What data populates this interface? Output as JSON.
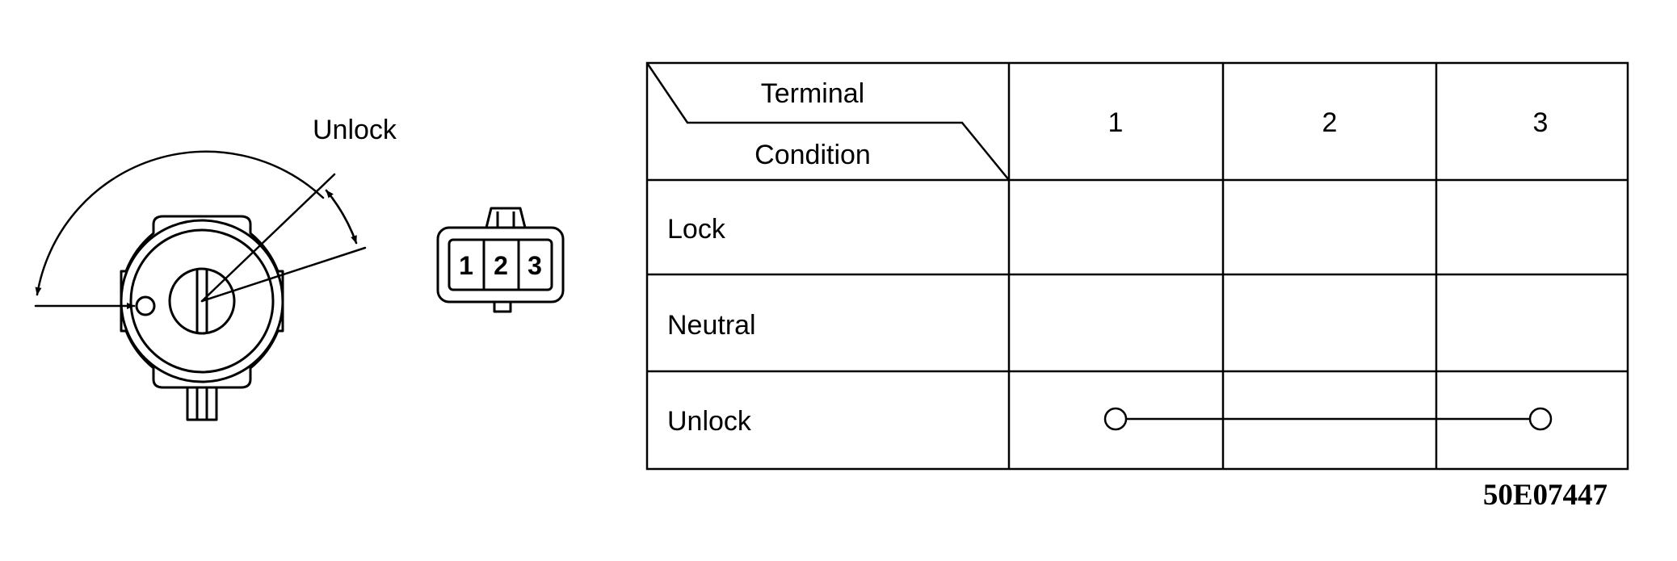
{
  "switch_diagram": {
    "rotation_label": "Unlock"
  },
  "connector": {
    "pins": [
      "1",
      "2",
      "3"
    ]
  },
  "table": {
    "header_top": "Terminal",
    "header_bottom": "Condition",
    "terminals": [
      "1",
      "2",
      "3"
    ],
    "rows": [
      {
        "condition": "Lock",
        "continuity": []
      },
      {
        "condition": "Neutral",
        "continuity": []
      },
      {
        "condition": "Unlock",
        "continuity": [
          "1",
          "3"
        ]
      }
    ]
  },
  "reference_code": "50E07447"
}
